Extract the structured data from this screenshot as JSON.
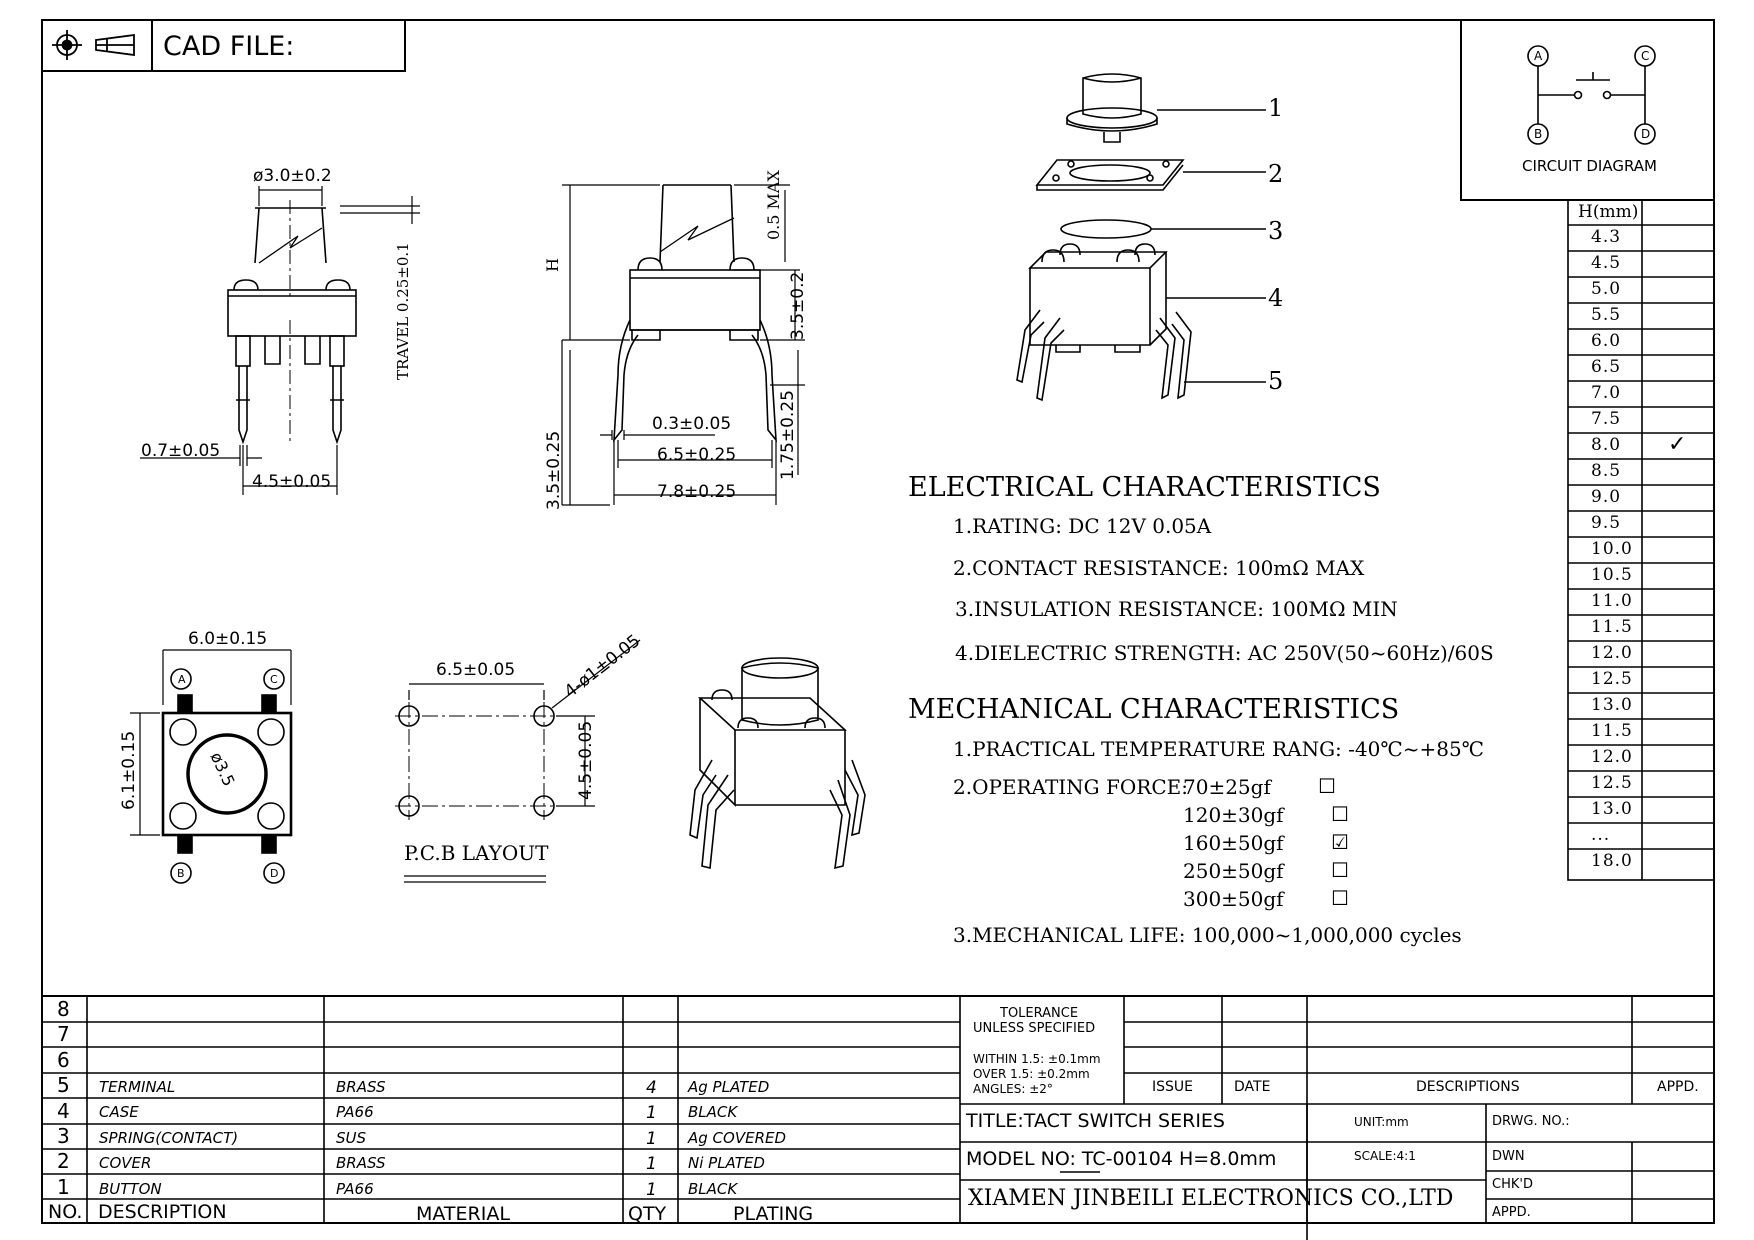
{
  "header": {
    "cad_file_label": "CAD FILE:"
  },
  "circuit": {
    "title": "CIRCUIT DIAGRAM",
    "pins": [
      "A",
      "C",
      "B",
      "D"
    ]
  },
  "height_table": {
    "header": "H(mm)",
    "rows": [
      "4.3",
      "4.5",
      "5.0",
      "5.5",
      "6.0",
      "6.5",
      "7.0",
      "7.5",
      "8.0",
      "8.5",
      "9.0",
      "9.5",
      "10.0",
      "10.5",
      "11.0",
      "11.5",
      "12.0",
      "12.5",
      "13.0",
      "11.5",
      "12.0",
      "12.5",
      "13.0",
      "...",
      "18.0"
    ],
    "checked_value": "8.0",
    "check_mark": "✓"
  },
  "dimensions": {
    "side_dia": "ø3.0±0.2",
    "travel": "TRAVEL 0.25±0.1",
    "pin_w": "0.7±0.05",
    "pin_pitch": "4.5±0.05",
    "h": "H",
    "max": "0.5 MAX",
    "body_h": "3.5±0.2",
    "pin_t": "0.3±0.05",
    "inner_w": "6.5±0.25",
    "outer_w": "7.8±0.25",
    "lead_h": "3.5±0.25",
    "lead_h2": "1.75±0.25",
    "top_w": "6.0±0.15",
    "top_h": "6.1±0.15",
    "btn_dia": "ø3.5",
    "pcb_w": "6.5±0.05",
    "pcb_h": "4.5±0.05",
    "hole": "4-ø1±0.05"
  },
  "pcb_label": "P.C.B LAYOUT",
  "parts_callouts": [
    "1",
    "2",
    "3",
    "4",
    "5"
  ],
  "electrical": {
    "title": "ELECTRICAL CHARACTERISTICS",
    "items": [
      "1.RATING: DC 12V 0.05A",
      "2.CONTACT RESISTANCE: 100mΩ MAX",
      "3.INSULATION RESISTANCE: 100MΩ MIN",
      "4.DIELECTRIC STRENGTH: AC 250V(50~60Hz)/60S"
    ]
  },
  "mechanical": {
    "title": "MECHANICAL CHARACTERISTICS",
    "temp": "1.PRACTICAL TEMPERATURE RANG: -40℃~+85℃",
    "force_label": "2.OPERATING FORCE:",
    "forces": [
      "70±25gf",
      "120±30gf",
      "160±50gf",
      "250±50gf",
      "300±50gf"
    ],
    "checked_force": "160±50gf",
    "unchecked_box": "☐",
    "checked_box": "☑",
    "life": "3.MECHANICAL LIFE: 100,000~1,000,000 cycles"
  },
  "bom": {
    "headers": {
      "no": "NO.",
      "desc": "DESCRIPTION",
      "mat": "MATERIAL",
      "qty": "QTY",
      "plating": "PLATING"
    },
    "row_numbers": [
      "8",
      "7",
      "6",
      "5",
      "4",
      "3",
      "2",
      "1"
    ],
    "rows": [
      {
        "no": "5",
        "desc": "TERMINAL",
        "mat": "BRASS",
        "qty": "4",
        "plating": "Ag PLATED"
      },
      {
        "no": "4",
        "desc": "CASE",
        "mat": "PA66",
        "qty": "1",
        "plating": "BLACK"
      },
      {
        "no": "3",
        "desc": "SPRING(CONTACT)",
        "mat": "SUS",
        "qty": "1",
        "plating": "Ag COVERED"
      },
      {
        "no": "2",
        "desc": "COVER",
        "mat": "BRASS",
        "qty": "1",
        "plating": "Ni PLATED"
      },
      {
        "no": "1",
        "desc": "BUTTON",
        "mat": "PA66",
        "qty": "1",
        "plating": "BLACK"
      }
    ]
  },
  "title_block": {
    "tolerance_1": "TOLERANCE",
    "tolerance_2": "UNLESS SPECIFIED",
    "within": "WITHIN 1.5: ±0.1mm",
    "over": "OVER 1.5: ±0.2mm",
    "angles": "ANGLES: ±2°",
    "issue": "ISSUE",
    "date": "DATE",
    "descriptions": "DESCRIPTIONS",
    "appd": "APPD.",
    "title": "TITLE:TACT SWITCH SERIES",
    "model_prefix": "MODEL NO: TC-00104 H=",
    "model_h": "8.0",
    "model_unit": "mm",
    "unit": "UNIT:mm",
    "scale": "SCALE:4:1",
    "drwg_no": "DRWG. NO.:",
    "dwn": "DWN",
    "chkd": "CHK'D",
    "appd2": "APPD.",
    "company": "XIAMEN JINBEILI ELECTRONICS CO.,LTD"
  }
}
